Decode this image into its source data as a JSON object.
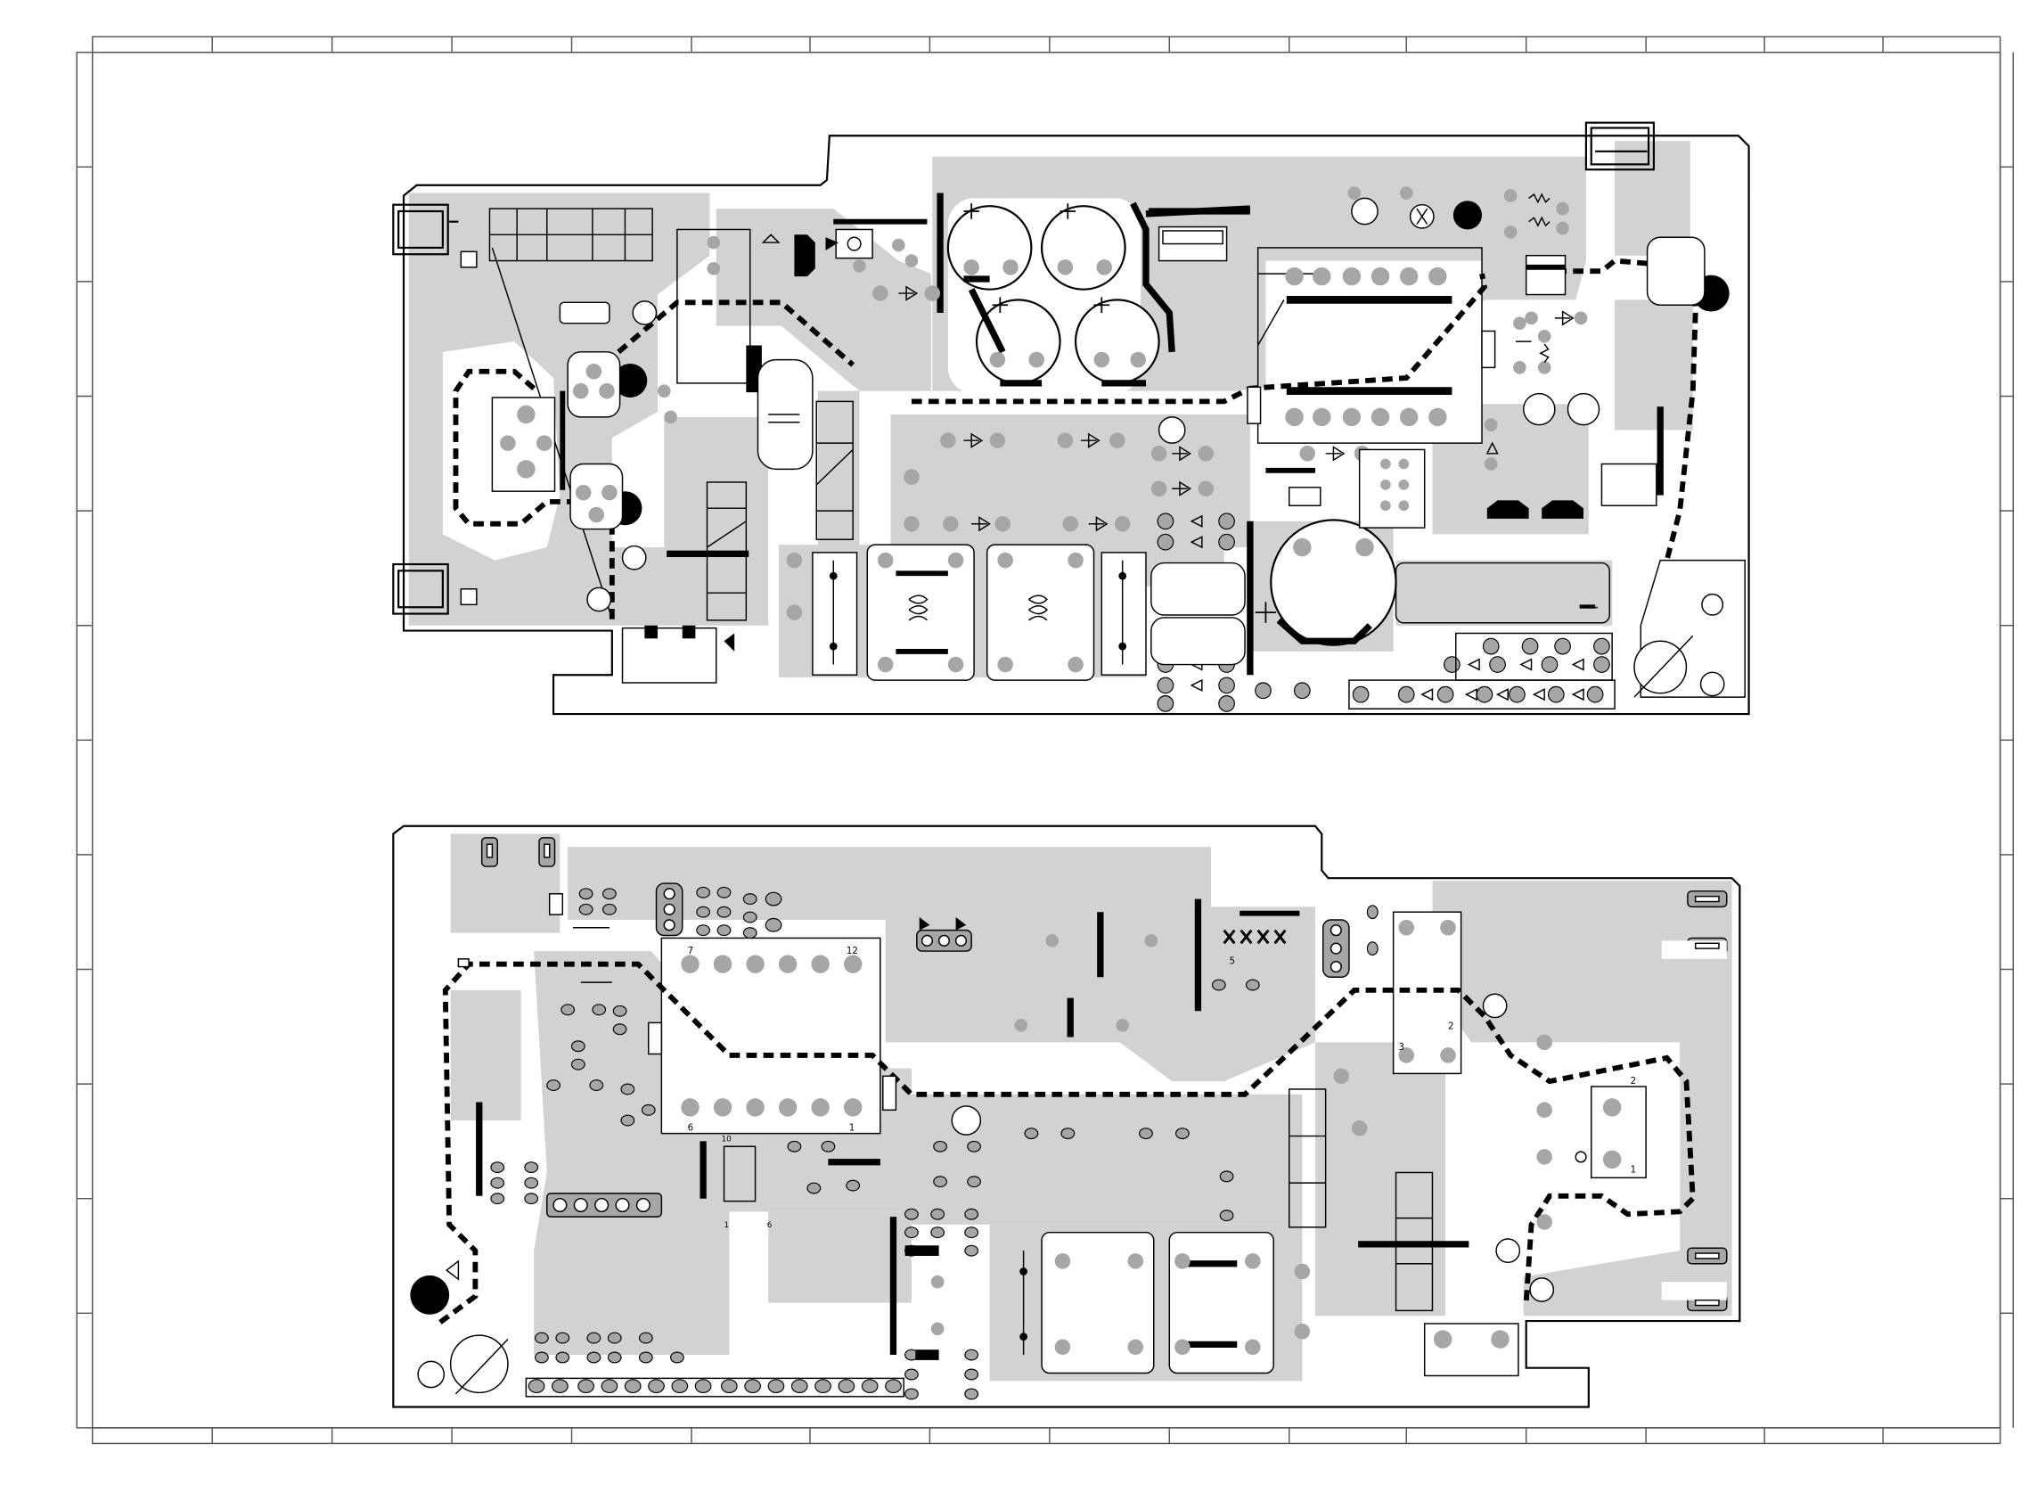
{
  "document": {
    "type": "PCB silkscreen / copper layout drawing",
    "boards": [
      "upper-board-power-section",
      "lower-board-control-section"
    ]
  },
  "labels": {
    "ic_upper_pin_top_left": "7",
    "ic_upper_pin_top_right": "12",
    "ic_upper_pin_bottom_left": "6",
    "ic_upper_pin_bottom_right": "1",
    "ic_small_pin_10": "10",
    "ic_small_pin_6": "6",
    "relay_pin_5": "5",
    "relay_pin_1": "1",
    "connector_pin_2_top": "2",
    "connector_pin_1_bottom": "1",
    "transformer_pin_3": "3",
    "transformer_pin_2": "2",
    "minus_sign": "−",
    "plus_sign": "+"
  },
  "colors": {
    "copper_fill": "#d2d2d2",
    "pad_gray": "#a6a6a6",
    "outline": "#000000",
    "frame": "#555555",
    "background": "#ffffff"
  }
}
